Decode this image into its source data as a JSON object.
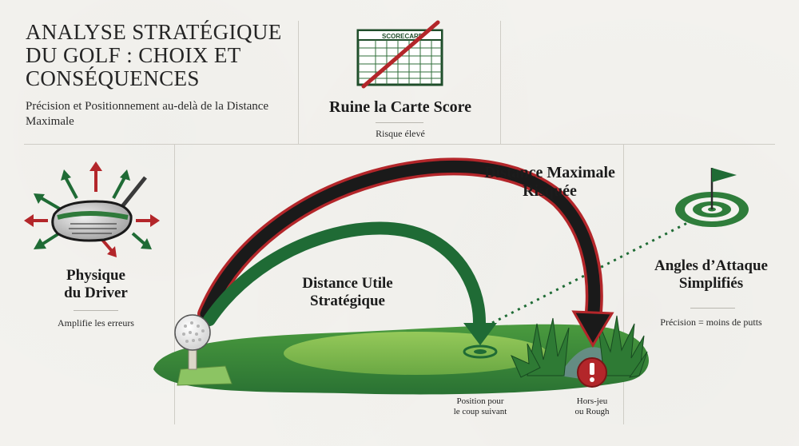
{
  "title": "ANALYSE STRATÉGIQUE DU GOLF : CHOIX ET CONSÉQUENCES",
  "subtitle": "Précision et Positionnement au-delà de la Distance Maximale",
  "scorecard": {
    "icon_label": "SCORECARD",
    "heading": "Ruine la Carte Score",
    "caption": "Risque élevé"
  },
  "driver": {
    "heading_line1": "Physique",
    "heading_line2": "du Driver",
    "caption": "Amplifie les erreurs"
  },
  "angles": {
    "heading_line1": "Angles d’Attaque",
    "heading_line2": "Simplifiés",
    "caption": "Précision = moins de putts"
  },
  "max_distance": {
    "line1": "Distance Maximale",
    "line2": "Risquée"
  },
  "useful_distance": {
    "line1": "Distance Utile",
    "line2": "Stratégique"
  },
  "position_label": {
    "line1": "Position pour",
    "line2": "le coup suivant"
  },
  "hazard_label": {
    "line1": "Hors-jeu",
    "line2": "ou Rough"
  },
  "colors": {
    "green_dark": "#1f6b35",
    "green_mid": "#3d8f3f",
    "green_light": "#7fbf4a",
    "red": "#b3262a",
    "black": "#1a1a1a"
  }
}
